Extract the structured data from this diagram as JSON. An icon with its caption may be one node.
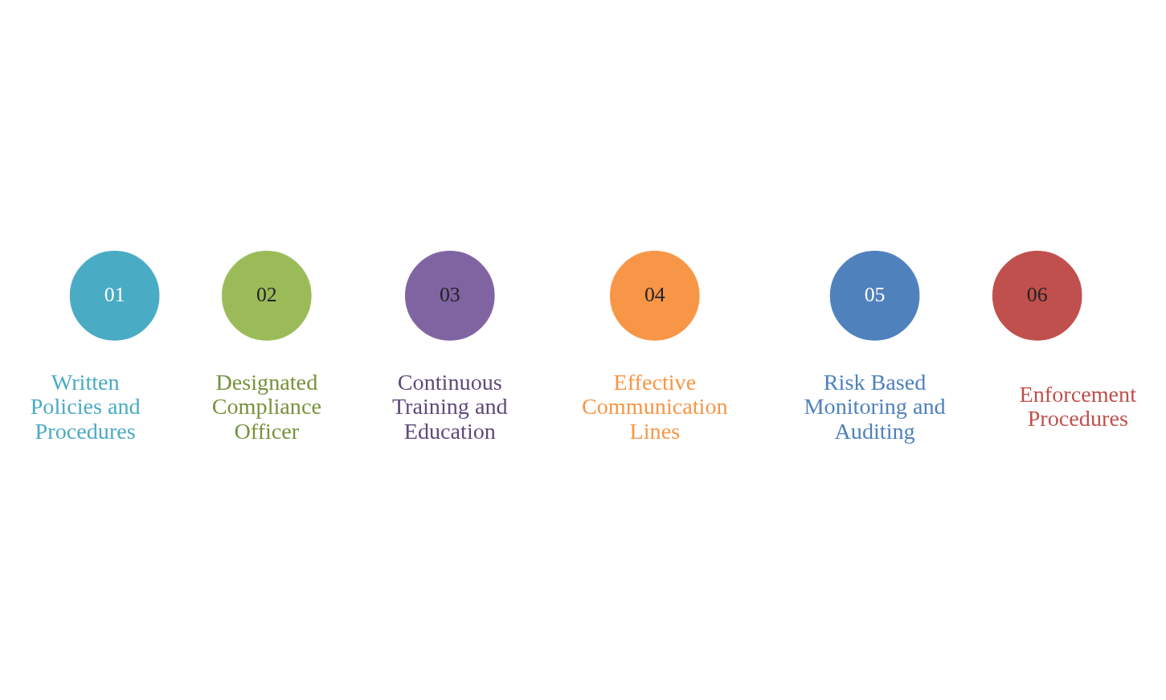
{
  "diagram": {
    "nodes": [
      {
        "text": [
          "01"
        ],
        "beside": [
          "Written Policies and Procedures"
        ]
      },
      {
        "text": [
          "02"
        ],
        "beside": [
          "Designated Compliance Officer"
        ]
      },
      {
        "text": [
          "03"
        ],
        "beside": [
          "Continuous Training and Education"
        ]
      },
      {
        "text": [
          "04"
        ],
        "beside": [
          "Effective Communication Lines"
        ]
      },
      {
        "text": [
          "05"
        ],
        "beside": [
          "Risk Based Monitoring and Auditing"
        ]
      },
      {
        "text": [
          "06"
        ],
        "beside": [
          "Enforcement Procedures"
        ]
      }
    ],
    "edges": []
  }
}
